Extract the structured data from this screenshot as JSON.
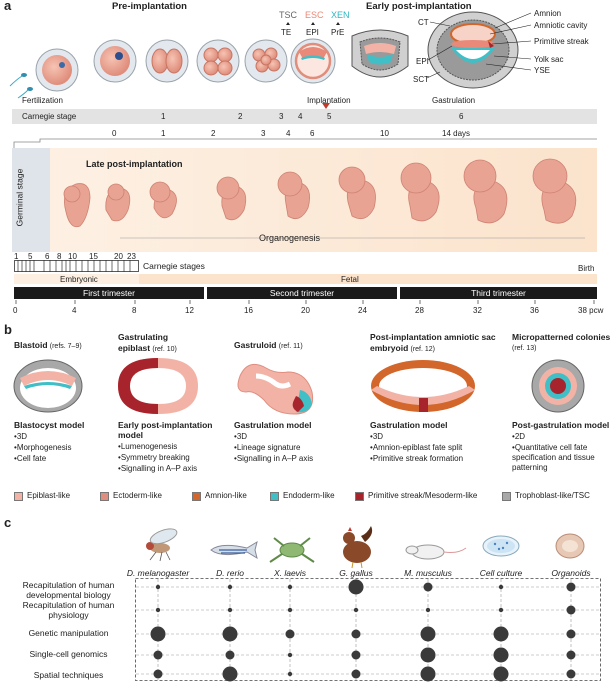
{
  "panel_a": {
    "letter": "a",
    "pre_implantation": "Pre-implantation",
    "early_post": "Early post-implantation",
    "tsc": "TSC",
    "esc": "ESC",
    "xen": "XEN",
    "te": "TE",
    "epi": "EPI",
    "pre": "PrE",
    "fertilization": "Fertilization",
    "implantation": "Implantation",
    "gastrulation": "Gastrulation",
    "ct": "CT",
    "epi2": "EPI",
    "sct": "SCT",
    "amnion": "Amnion",
    "amniotic_cavity": "Amniotic cavity",
    "primitive_streak": "Primitive streak",
    "yolk_sac": "Yolk sac",
    "yse": "YSE",
    "carnegie_label": "Carnegie stage",
    "carnegie_nums": [
      "1",
      "2",
      "3",
      "4",
      "5",
      "6"
    ],
    "days": [
      "0",
      "1",
      "2",
      "3",
      "4",
      "6",
      "10",
      "14 days"
    ],
    "germinal": "Germinal stage",
    "late_post": "Late post-implantation",
    "organogenesis": "Organogenesis",
    "stage_nums": [
      "1",
      "5",
      "6",
      "8",
      "10",
      "15",
      "20",
      "23"
    ],
    "carnegie_stages": "Carnegie stages",
    "birth": "Birth",
    "embryonic": "Embryonic",
    "fetal": "Fetal",
    "trimesters": [
      "First trimester",
      "Second trimester",
      "Third trimester"
    ],
    "weeks": [
      "0",
      "4",
      "8",
      "12",
      "16",
      "20",
      "24",
      "28",
      "32",
      "36",
      "38 pcw"
    ],
    "colors": {
      "embryo": "#e8a393",
      "embryo_dark": "#d58577",
      "peach": "#fbe3cc",
      "peach_light": "#fdf0e3",
      "cyan": "#41bfc6",
      "orange": "#d3662b",
      "tsc": "#666666",
      "esc": "#e8897a",
      "xen": "#2fb6bf",
      "implant": "#c0392b"
    }
  },
  "panel_b": {
    "letter": "b",
    "models": [
      {
        "title": "Blastoid",
        "ref": "(refs. 7–9)",
        "model": "Blastocyst model",
        "bullets": [
          "3D",
          "Morphogenesis",
          "Cell fate"
        ]
      },
      {
        "title": "Gastrulating epiblast",
        "ref": "(ref. 10)",
        "model": "Early post-implantation model",
        "bullets": [
          "Lumenogenesis",
          "Symmetry breaking",
          "Signalling in A–P axis"
        ]
      },
      {
        "title": "Gastruloid",
        "ref": "(ref. 11)",
        "model": "Gastrulation model",
        "bullets": [
          "3D",
          "Lineage signature",
          "Signalling in A–P axis"
        ]
      },
      {
        "title": "Post-implantation amniotic sac embryoid",
        "ref": "(ref. 12)",
        "model": "Gastrulation model",
        "bullets": [
          "3D",
          "Amnion-epiblast fate split",
          "Primitive streak formation"
        ]
      },
      {
        "title": "Micropatterned colonies",
        "ref": "(ref. 13)",
        "model": "Post-gastrulation model",
        "bullets": [
          "2D",
          "Quantitative cell fate specification and tissue patterning"
        ]
      }
    ],
    "legend": [
      {
        "label": "Epiblast-like",
        "color": "#f2b3a6"
      },
      {
        "label": "Ectoderm-like",
        "color": "#df8e80"
      },
      {
        "label": "Amnion-like",
        "color": "#d3662b"
      },
      {
        "label": "Endoderm-like",
        "color": "#41bfc6"
      },
      {
        "label": "Primitive streak/Mesoderm-like",
        "color": "#a8242c"
      },
      {
        "label": "Trophoblast-like/TSC",
        "color": "#a8a8a8"
      }
    ]
  },
  "panel_c": {
    "letter": "c",
    "organisms": [
      "D. melanogaster",
      "D. rerio",
      "X. laevis",
      "G. gallus",
      "M. musculus",
      "Cell culture",
      "Organoids"
    ],
    "rows": [
      "Recapitulation of human developmental biology",
      "Recapitulation of human physiology",
      "Genetic manipulation",
      "Single-cell genomics",
      "Spatial techniques"
    ],
    "sizes": [
      [
        1,
        1,
        1,
        3,
        2,
        1,
        2
      ],
      [
        1,
        1,
        1,
        1,
        1,
        1,
        2
      ],
      [
        3,
        3,
        2,
        2,
        3,
        3,
        2
      ],
      [
        2,
        2,
        1,
        2,
        3,
        3,
        2
      ],
      [
        2,
        3,
        1,
        2,
        3,
        3,
        2
      ]
    ]
  }
}
